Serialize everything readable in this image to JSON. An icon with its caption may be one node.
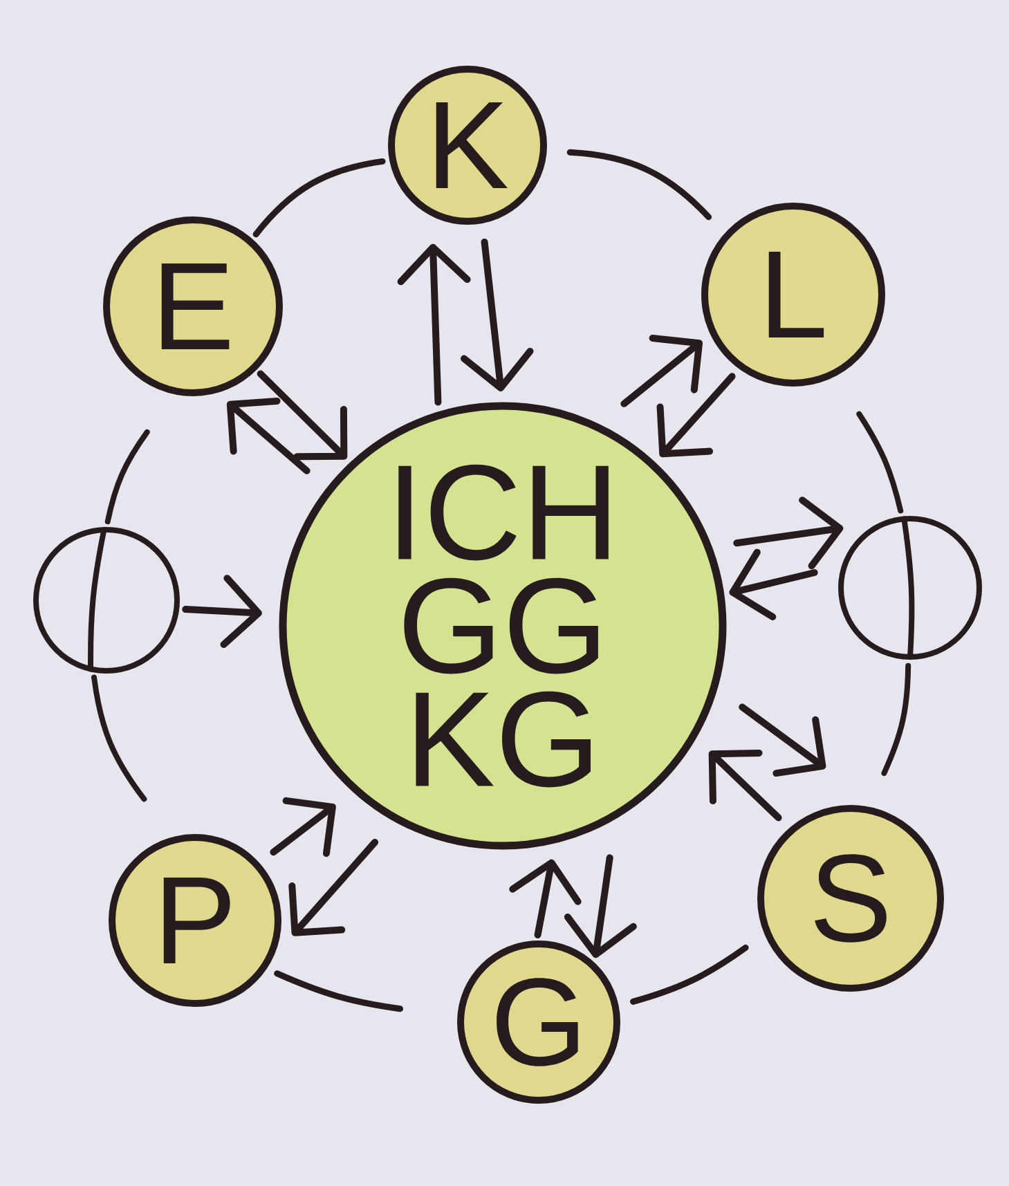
{
  "diagram": {
    "nodes": [
      {
        "text": [
          "K"
        ]
      },
      {
        "text": [
          "E"
        ]
      },
      {
        "text": [
          "L"
        ]
      },
      {
        "text": [],
        "shape": "circle"
      },
      {
        "text": [
          "ICH GG KG"
        ]
      },
      {
        "text": [],
        "shape": "circle"
      },
      {
        "text": [
          "P"
        ]
      },
      {
        "text": [
          "S"
        ]
      },
      {
        "text": [
          "G"
        ]
      }
    ],
    "edges": [
      {
        "from": 4,
        "to": 0,
        "arrow": "to"
      },
      {
        "from": 0,
        "to": 4,
        "arrow": "to"
      },
      {
        "from": 4,
        "to": 2,
        "arrow": "to"
      },
      {
        "from": 2,
        "to": 4,
        "arrow": "to"
      },
      {
        "from": 4,
        "to": 5,
        "arrow": "to"
      },
      {
        "from": 5,
        "to": 4,
        "arrow": "to"
      },
      {
        "from": 4,
        "to": 7,
        "arrow": "to"
      },
      {
        "from": 7,
        "to": 4,
        "arrow": "to"
      },
      {
        "from": 8,
        "to": 4,
        "arrow": "to"
      },
      {
        "from": 4,
        "to": 8,
        "arrow": "to"
      },
      {
        "from": 4,
        "to": 6,
        "arrow": "to"
      },
      {
        "from": 6,
        "to": 4,
        "arrow": "to"
      },
      {
        "from": 1,
        "to": 4,
        "arrow": "to"
      },
      {
        "from": 4,
        "to": 1,
        "arrow": "to"
      },
      {
        "from": 3,
        "to": 4,
        "arrow": "to"
      },
      {
        "from": 1,
        "to": 0,
        "arrow": "none"
      },
      {
        "from": 0,
        "to": 2,
        "arrow": "none"
      },
      {
        "from": 2,
        "to": 5,
        "arrow": "none"
      },
      {
        "from": 5,
        "to": 7,
        "arrow": "none"
      },
      {
        "from": 7,
        "to": 8,
        "arrow": "none"
      },
      {
        "from": 8,
        "to": 6,
        "arrow": "none"
      },
      {
        "from": 6,
        "to": 3,
        "arrow": "none"
      },
      {
        "from": 3,
        "to": 1,
        "arrow": "none"
      }
    ]
  }
}
